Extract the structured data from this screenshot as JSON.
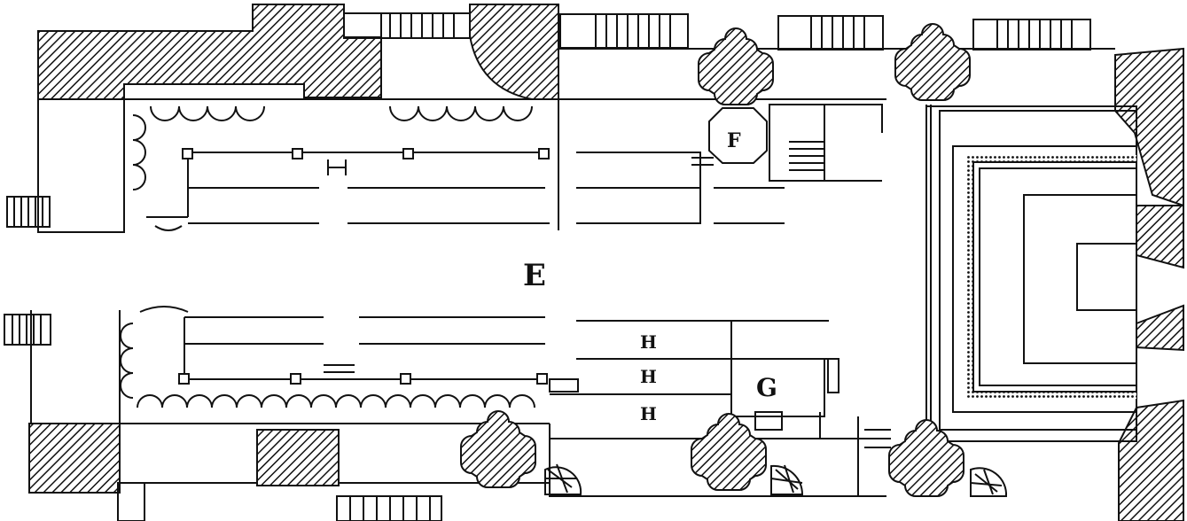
{
  "plan": {
    "labels": {
      "e": "E",
      "f": "F",
      "g": "G",
      "h1": "H",
      "h2": "H",
      "h3": "H"
    }
  },
  "colors": {
    "ink": "#111111",
    "paper": "#ffffff"
  }
}
